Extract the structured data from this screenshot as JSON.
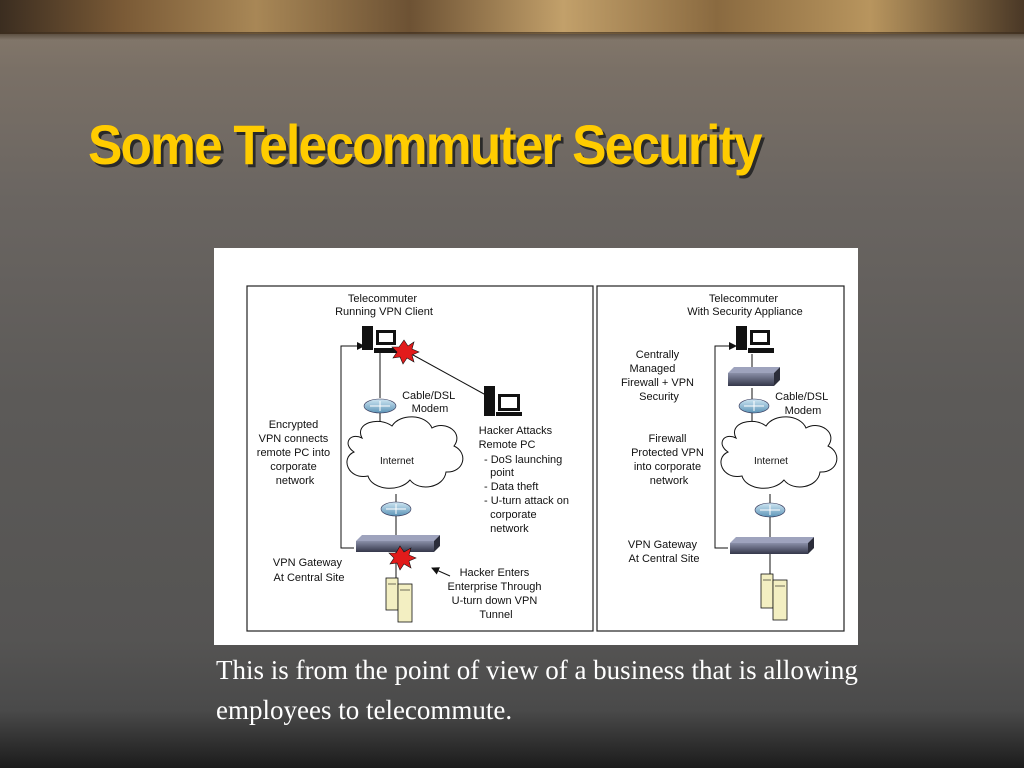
{
  "slide": {
    "title": "Some Telecommuter Security",
    "caption": "This is from the point of view of a business that is allowing employees to telecommute."
  },
  "diagram": {
    "left_panel": {
      "telecommuter_label": [
        "Telecommuter",
        "Running VPN Client"
      ],
      "modem_label": [
        "Cable/DSL",
        "Modem"
      ],
      "internet_label": "Internet",
      "encrypted_label": [
        "Encrypted",
        "VPN connects",
        "remote PC into",
        "corporate",
        "network"
      ],
      "hacker_attacks_label": [
        "Hacker Attacks",
        "Remote PC"
      ],
      "hacker_attack_items": [
        "- DoS launching",
        "  point",
        "- Data theft",
        "- U-turn attack on",
        "  corporate",
        "  network"
      ],
      "gateway_label": [
        "VPN Gateway",
        "At Central Site"
      ],
      "hacker_enters_label": [
        "Hacker Enters",
        "Enterprise Through",
        "U-turn down VPN",
        "Tunnel"
      ]
    },
    "right_panel": {
      "telecommuter_label": [
        "Telecommuter",
        "With Security Appliance"
      ],
      "appliance_label": [
        "Centrally",
        "Managed",
        "Firewall + VPN",
        "Security"
      ],
      "modem_label": [
        "Cable/DSL",
        "Modem"
      ],
      "firewall_label": [
        "Firewall",
        "Protected VPN",
        "into corporate",
        "network"
      ],
      "internet_label": "Internet",
      "gateway_label": [
        "VPN Gateway",
        "At Central Site"
      ]
    }
  }
}
